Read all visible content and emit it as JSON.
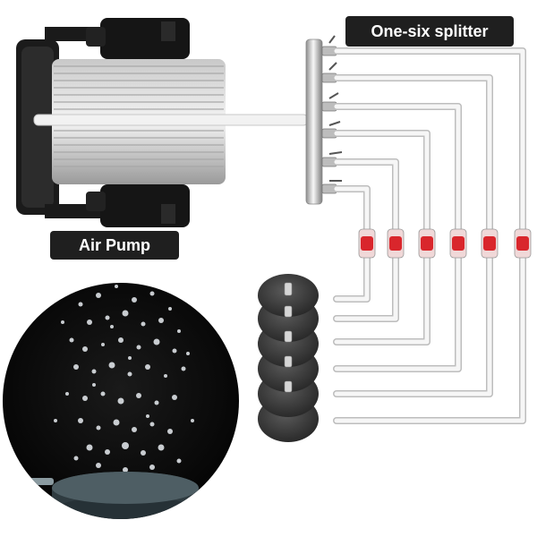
{
  "labels": {
    "splitter": "One-six splitter",
    "pump": "Air Pump"
  },
  "icons": [
    "air-pump-icon",
    "splitter-manifold-icon",
    "check-valve-icon",
    "air-stone-icon",
    "bubbles-photo"
  ],
  "colors": {
    "badge_bg": "#1f1f1f",
    "badge_text": "#ffffff",
    "valve_red": "#d9262c",
    "tube": "#f1f1f1"
  }
}
